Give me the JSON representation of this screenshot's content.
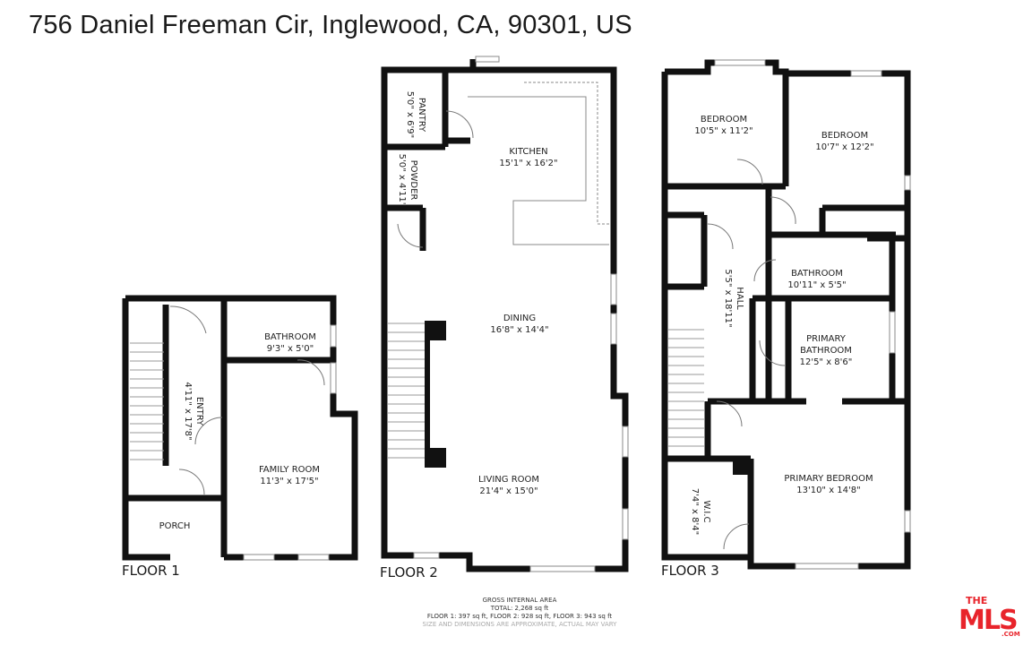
{
  "title": "756 Daniel Freeman Cir, Inglewood, CA, 90301, US",
  "floors": [
    {
      "label": "FLOOR 1",
      "rooms": [
        {
          "name": "ENTRY",
          "dims": "4'11\" x 17'8\""
        },
        {
          "name": "BATHROOM",
          "dims": "9'3\" x 5'0\""
        },
        {
          "name": "FAMILY ROOM",
          "dims": "11'3\" x 17'5\""
        },
        {
          "name": "PORCH",
          "dims": ""
        }
      ]
    },
    {
      "label": "FLOOR 2",
      "rooms": [
        {
          "name": "PANTRY",
          "dims": "5'0\" x 6'9\""
        },
        {
          "name": "POWDER",
          "dims": "5'0\" x 4'11\""
        },
        {
          "name": "KITCHEN",
          "dims": "15'1\" x 16'2\""
        },
        {
          "name": "DINING",
          "dims": "16'8\" x 14'4\""
        },
        {
          "name": "LIVING ROOM",
          "dims": "21'4\" x 15'0\""
        }
      ]
    },
    {
      "label": "FLOOR 3",
      "rooms": [
        {
          "name": "BEDROOM",
          "dims": "10'5\" x 11'2\""
        },
        {
          "name": "BEDROOM",
          "dims": "10'7\" x 12'2\""
        },
        {
          "name": "BATHROOM",
          "dims": "10'11\" x 5'5\""
        },
        {
          "name": "HALL",
          "dims": "5'5\" x 18'11\""
        },
        {
          "name": "PRIMARY BATHROOM",
          "dims": "12'5\" x 8'6\""
        },
        {
          "name": "PRIMARY BEDROOM",
          "dims": "13'10\" x 14'8\""
        },
        {
          "name": "W.I.C",
          "dims": "7'4\" x 8'4\""
        }
      ]
    }
  ],
  "footer": {
    "heading": "GROSS INTERNAL AREA",
    "total": "TOTAL: 2,268 sq ft",
    "breakdown": "FLOOR 1: 397 sq ft, FLOOR 2: 928 sq ft, FLOOR 3: 943 sq ft",
    "disclaimer": "SIZE AND DIMENSIONS ARE APPROXIMATE, ACTUAL MAY VARY"
  },
  "logo": {
    "line1": "THE",
    "line2": "MLS",
    "suffix": ".COM",
    "color": "#e8242b"
  },
  "colors": {
    "wall": "#111111",
    "fixture": "#888888"
  }
}
